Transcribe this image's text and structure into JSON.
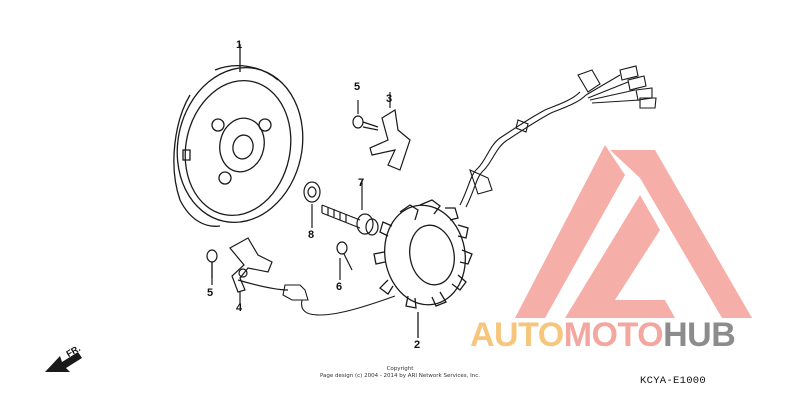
{
  "callouts": {
    "c1": "1",
    "c2": "2",
    "c3": "3",
    "c4": "4",
    "c5a": "5",
    "c5b": "5",
    "c6": "6",
    "c7": "7",
    "c8": "8"
  },
  "direction_label": "FR.",
  "copyright": {
    "line1": "Copyright",
    "line2": "Page design (c) 2004 - 2014 by ARI Network Services, Inc."
  },
  "diagram_code": "KCYA-E1000",
  "watermark": {
    "part1": "AUTO",
    "part2": "MOTO",
    "part3": "HUB"
  },
  "colors": {
    "line": "#1a1a1a",
    "watermark_red": "#f4a79f",
    "watermark_orange": "#f6c67c",
    "watermark_gray": "#8c8c8c"
  }
}
